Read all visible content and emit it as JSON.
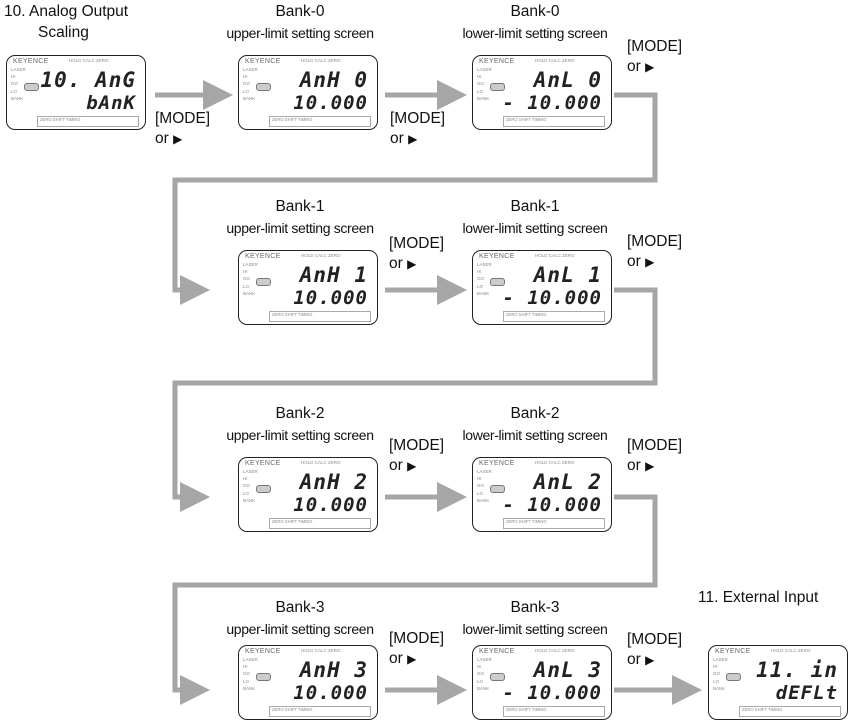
{
  "title_10": "10. Analog Output",
  "title_10b": "Scaling",
  "title_11": "11. External Input",
  "mode_label": "[MODE]",
  "or_label": "or",
  "arrow_glyph": "▶",
  "panel_brand": "KEYENCE",
  "panel_hold": "HOLD CALC ZERO",
  "panel_side": [
    "LASER",
    "HI",
    "GO",
    "LO",
    "BANK"
  ],
  "panel_bottom": "ZERO SHIFT TIMING",
  "banks": [
    {
      "name": "Bank-0",
      "upper_sub": "upper-limit setting screen",
      "lower_sub": "lower-limit setting screen",
      "upper_d1": "AnH 0",
      "upper_d2": "10.000",
      "lower_d1": "AnL 0",
      "lower_d2": "- 10.000"
    },
    {
      "name": "Bank-1",
      "upper_sub": "upper-limit setting screen",
      "lower_sub": "lower-limit setting screen",
      "upper_d1": "AnH 1",
      "upper_d2": "10.000",
      "lower_d1": "AnL 1",
      "lower_d2": "- 10.000"
    },
    {
      "name": "Bank-2",
      "upper_sub": "upper-limit setting screen",
      "lower_sub": "lower-limit setting screen",
      "upper_d1": "AnH 2",
      "upper_d2": "10.000",
      "lower_d1": "AnL 2",
      "lower_d2": "- 10.000"
    },
    {
      "name": "Bank-3",
      "upper_sub": "upper-limit setting screen",
      "lower_sub": "lower-limit setting screen",
      "upper_d1": "AnH 3",
      "upper_d2": "10.000",
      "lower_d1": "AnL 3",
      "lower_d2": "- 10.000"
    }
  ],
  "start_panel": {
    "d1": "10. AnG",
    "d2": "bAnK"
  },
  "end_panel": {
    "d1": "11. in",
    "d2": "dEFLt"
  }
}
